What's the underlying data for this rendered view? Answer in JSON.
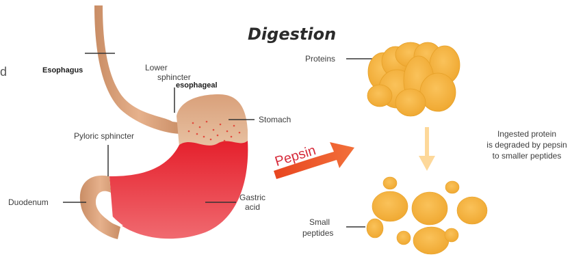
{
  "title": "Digestion",
  "fragment": "d",
  "labels": {
    "esophagus": "Esophagus",
    "lower_sphincter_line1": "Lower",
    "lower_sphincter_line2": "sphincter",
    "esophageal": "esophageal",
    "stomach": "Stomach",
    "pyloric_sphincter": "Pyloric sphincter",
    "duodenum": "Duodenum",
    "gastric_line1": "Gastric",
    "gastric_line2": "acid",
    "pepsin": "Pepsin",
    "proteins": "Proteins",
    "description_line1": "Ingested protein",
    "description_line2": "is degraded by pepsin",
    "description_line3": "to smaller peptides",
    "small_line1": "Small",
    "small_line2": "peptides"
  },
  "colors": {
    "protein": "#f6b43a",
    "protein_dark": "#e39a1f",
    "tube": "#dca27a",
    "acid": "#e8353b",
    "arrow": "#e8451f",
    "down_arrow": "#fdd89a"
  }
}
